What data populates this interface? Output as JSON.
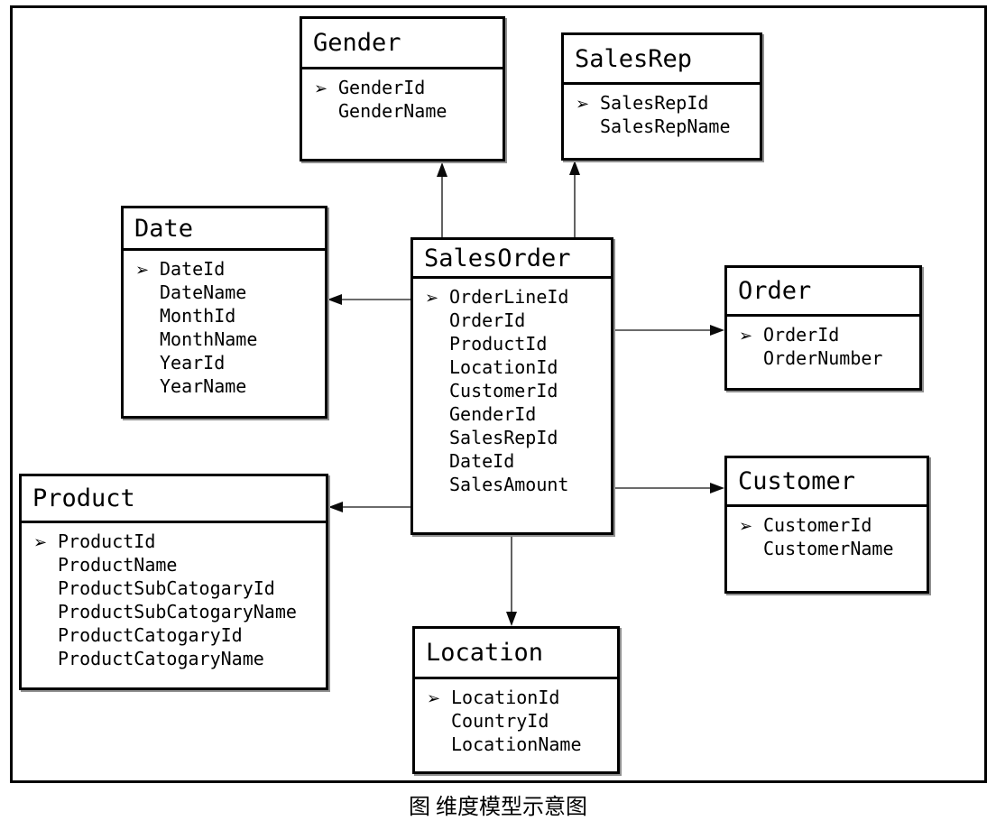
{
  "diagram": {
    "caption": "图 维度模型示意图",
    "pk_icon": "➢",
    "colors": {
      "background": "#ffffff",
      "border": "#000000",
      "text": "#000000",
      "connector": "#3a3a3a"
    }
  },
  "entities": {
    "gender": {
      "title": "Gender",
      "fields": [
        "GenderId",
        "GenderName"
      ]
    },
    "salesrep": {
      "title": "SalesRep",
      "fields": [
        "SalesRepId",
        "SalesRepName"
      ]
    },
    "date": {
      "title": "Date",
      "fields": [
        "DateId",
        "DateName",
        "MonthId",
        "MonthName",
        "YearId",
        "YearName"
      ]
    },
    "salesorder": {
      "title": "SalesOrder",
      "fields": [
        "OrderLineId",
        "OrderId",
        "ProductId",
        "LocationId",
        "CustomerId",
        "GenderId",
        "SalesRepId",
        "DateId",
        "SalesAmount"
      ]
    },
    "order": {
      "title": "Order",
      "fields": [
        "OrderId",
        "OrderNumber"
      ]
    },
    "customer": {
      "title": "Customer",
      "fields": [
        "CustomerId",
        "CustomerName"
      ]
    },
    "product": {
      "title": "Product",
      "fields": [
        "ProductId",
        "ProductName",
        "ProductSubCatogaryId",
        "ProductSubCatogaryName",
        "ProductCatogaryId",
        "ProductCatogaryName"
      ]
    },
    "location": {
      "title": "Location",
      "fields": [
        "LocationId",
        "CountryId",
        "LocationName"
      ]
    }
  },
  "connections": [
    {
      "from": "SalesOrder",
      "to": "Gender"
    },
    {
      "from": "SalesOrder",
      "to": "SalesRep"
    },
    {
      "from": "SalesOrder",
      "to": "Date"
    },
    {
      "from": "SalesOrder",
      "to": "Order"
    },
    {
      "from": "SalesOrder",
      "to": "Customer"
    },
    {
      "from": "SalesOrder",
      "to": "Product"
    },
    {
      "from": "SalesOrder",
      "to": "Location"
    }
  ]
}
